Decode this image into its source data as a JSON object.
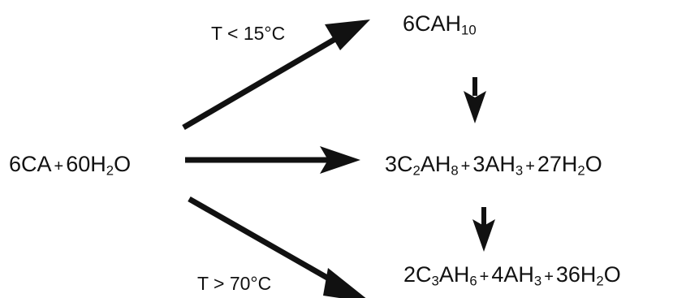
{
  "reactant": {
    "parts": [
      {
        "type": "text",
        "value": "6CA"
      },
      {
        "type": "plus",
        "value": "+"
      },
      {
        "type": "text",
        "value": "60H"
      },
      {
        "type": "sub",
        "value": "2"
      },
      {
        "type": "text",
        "value": "O"
      }
    ]
  },
  "products": {
    "low_temp": {
      "parts": [
        {
          "type": "text",
          "value": "6CAH"
        },
        {
          "type": "sub",
          "value": "10"
        }
      ]
    },
    "mid": {
      "parts": [
        {
          "type": "text",
          "value": "3C"
        },
        {
          "type": "sub",
          "value": "2"
        },
        {
          "type": "text",
          "value": "AH"
        },
        {
          "type": "sub",
          "value": "8"
        },
        {
          "type": "plus",
          "value": "+"
        },
        {
          "type": "text",
          "value": "3AH"
        },
        {
          "type": "sub",
          "value": "3"
        },
        {
          "type": "plus",
          "value": "+"
        },
        {
          "type": "text",
          "value": "27H"
        },
        {
          "type": "sub",
          "value": "2"
        },
        {
          "type": "text",
          "value": "O"
        }
      ]
    },
    "high_temp": {
      "parts": [
        {
          "type": "text",
          "value": "2C"
        },
        {
          "type": "sub",
          "value": "3"
        },
        {
          "type": "text",
          "value": "AH"
        },
        {
          "type": "sub",
          "value": "6"
        },
        {
          "type": "plus",
          "value": "+"
        },
        {
          "type": "text",
          "value": "4AH"
        },
        {
          "type": "sub",
          "value": "3"
        },
        {
          "type": "plus",
          "value": "+"
        },
        {
          "type": "text",
          "value": "36H"
        },
        {
          "type": "sub",
          "value": "2"
        },
        {
          "type": "text",
          "value": "O"
        }
      ]
    }
  },
  "conditions": {
    "low": "T < 15°C",
    "high": "T > 70°C"
  },
  "colors": {
    "ink": "#111111",
    "background": "#ffffff"
  }
}
